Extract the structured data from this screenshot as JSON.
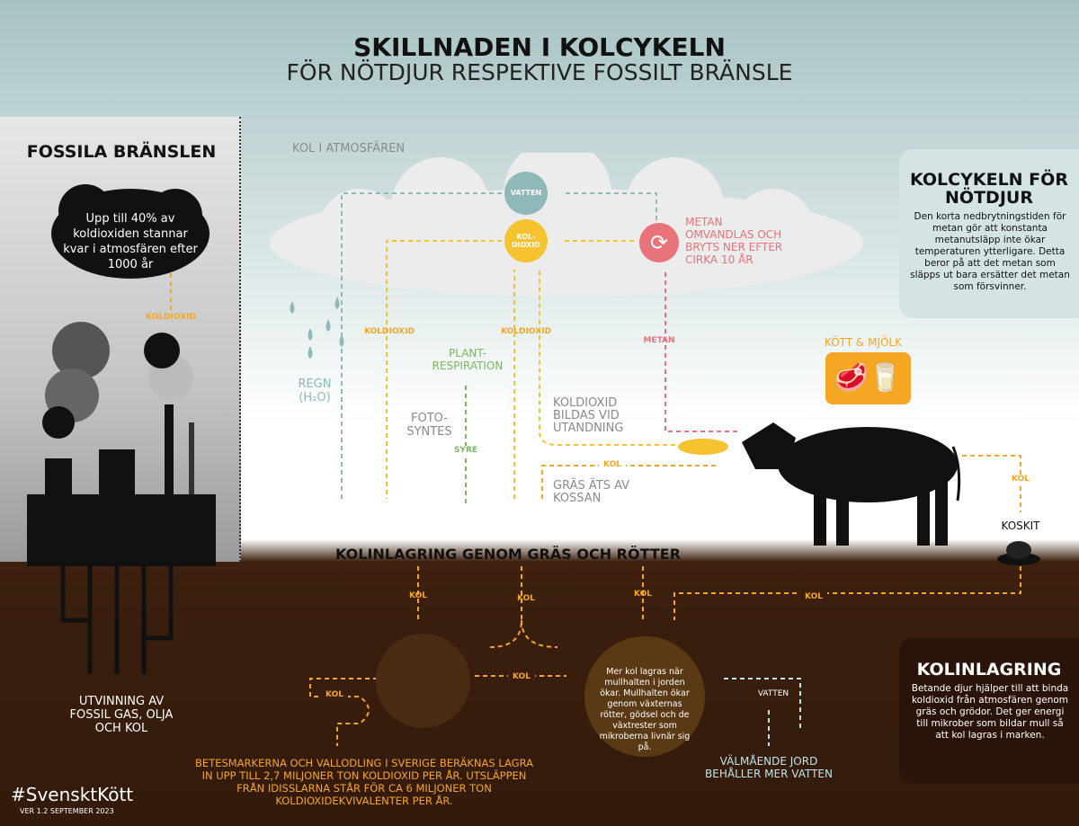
{
  "title": "SKILLNADEN I KOLCYKELN",
  "subtitle": "FÖR NÖTDJUR RESPEKTIVE FOSSILT BRÄNSLE",
  "fossil": {
    "heading": "FOSSILA BRÄNSLEN",
    "bubble": "Upp till 40% av koldioxiden stannar kvar i atmosfären efter 1000 år",
    "arrow_label": "KOLDIOXID",
    "extraction": "UTVINNING AV FOSSIL GAS, OLJA OCH KOL"
  },
  "atmosphere": {
    "label": "KOL I ATMOSFÄREN",
    "vatten": "VATTEN",
    "koldioxid_circle": "KOL-\nDIOXID",
    "metan_text": "METAN OMVANDLAS OCH BRYTS NER EFTER CIRKA 10 ÅR"
  },
  "labels": {
    "regn": "REGN (H₂O)",
    "koldioxid_left": "KOLDIOXID",
    "koldioxid_mid": "KOLDIOXID",
    "plant_resp": "PLANT-RESPIRATION",
    "fotosyntes": "FOTO-SYNTES",
    "syre": "SYRE",
    "metan": "METAN",
    "utandning": "KOLDIOXID BILDAS VID UTANDNING",
    "kol_gras": "KOL",
    "gras_ats": "GRÄS ÄTS AV KOSSAN",
    "kott_mjolk": "KÖTT & MJÖLK",
    "kol_cow": "KOL",
    "koskit": "KOSKIT"
  },
  "underground": {
    "heading": "KOLINLAGRING GENOM GRÄS OCH RÖTTER",
    "kol1": "KOL",
    "kol2": "KOL",
    "kol3": "KOL",
    "kol4": "KOL",
    "kol5": "KOL",
    "kol6": "KOL",
    "mull_text": "Mer kol lagras när mullhalten i jorden ökar. Mullhalten ökar genom växternas rötter, gödsel och de växtrester som mikroberna livnär sig på.",
    "vatten": "VATTEN",
    "jord": "VÄLMÅENDE JORD BEHÅLLER MER VATTEN",
    "stat": "BETESMARKERNA OCH VALLODLING I SVERIGE BERÄKNAS LAGRA IN UPP TILL 2,7 MILJONER TON KOLDIOXID PER ÅR. UTSLÄPPEN FRÅN IDISSLARNA STÅR FÖR CA 6 MILJONER TON KOLDIOXIDEKVIVALENTER PER ÅR."
  },
  "box_top": {
    "heading": "KOLCYKELN FÖR NÖTDJUR",
    "text": "Den korta nedbrytningstiden för metan gör att konstanta metanutsläpp inte ökar temperaturen ytterligare. Detta beror på att det metan som släpps ut bara ersätter det metan som försvinner."
  },
  "box_bottom": {
    "heading": "KOLINLAGRING",
    "text": "Betande djur hjälper till att binda koldioxid från atmosfären genom gräs och grödor. Det ger energi till mikrober som bildar mull så att kol lagras i marken."
  },
  "footer": {
    "hashtag": "#SvensktKött",
    "version": "VER 1.2 SEPTEMBER 2023"
  },
  "colors": {
    "orange": "#f5a623",
    "teal": "#8fb8b8",
    "pink": "#e8737a",
    "green": "#7bb661",
    "soil": "#3a1e0d"
  }
}
